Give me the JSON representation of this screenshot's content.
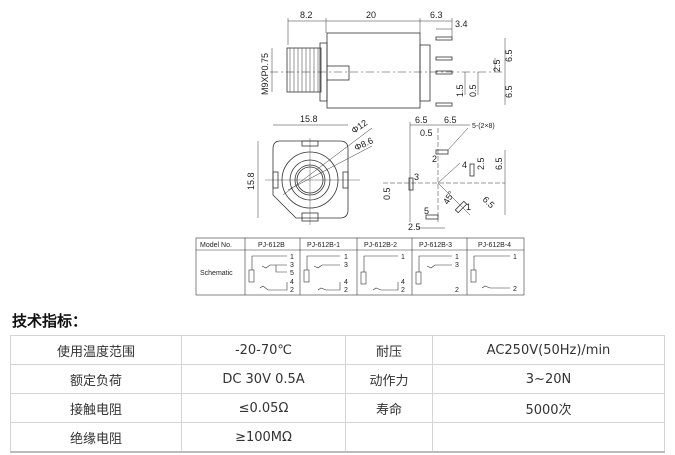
{
  "drawing": {
    "side_view": {
      "dim_thread_len": "8.2",
      "dim_body_len": "20",
      "dim_pin_len": "6.3",
      "dim_pin_tip": "3.4",
      "thread_spec": "M9XP0.75",
      "dim_2_5": "2.5",
      "dim_6_5_top": "6.5",
      "dim_6_5_bottom": "6.5",
      "dim_1_5": "1.5",
      "dim_0_5": "0.5"
    },
    "front_view": {
      "width": "15.8",
      "height": "15.8",
      "dia_outer": "Φ12",
      "dia_inner": "Φ8.6"
    },
    "pin_layout": {
      "dim_left": "6.5",
      "dim_right": "6.5",
      "hole_spec": "5-(2×8)",
      "dim_0_5_top": "0.5",
      "pin2": "2",
      "pin3": "3",
      "pin4": "4",
      "pin1": "1",
      "pin5": "5",
      "dim_2_5_right": "2.5",
      "dim_6_5_right": "6.5",
      "dim_6_5_diag": "6.5",
      "angle": "45°",
      "dim_0_5_left": "0.5",
      "dim_2_5_bottom": "2.5"
    },
    "schematic_table": {
      "header_label": "Model No.",
      "row_label": "Schematic",
      "models": [
        "PJ-612B",
        "PJ-612B-1",
        "PJ-612B-2",
        "PJ-612B-3",
        "PJ-612B-4"
      ],
      "pins": [
        [
          "1",
          "3",
          "5",
          "4",
          "2"
        ],
        [
          "1",
          "3",
          "4",
          "2"
        ],
        [
          "1",
          "4",
          "2"
        ],
        [
          "1",
          "3",
          "2"
        ],
        [
          "1",
          "2"
        ]
      ]
    }
  },
  "section_title": "技术指标：",
  "spec_table": [
    [
      "使用温度范围",
      "-20-70℃",
      "耐压",
      "AC250V(50Hz)/min"
    ],
    [
      "额定负荷",
      "DC 30V 0.5A",
      "动作力",
      "3~20N"
    ],
    [
      "接触电阻",
      "≤0.05Ω",
      "寿命",
      "5000次"
    ],
    [
      "绝缘电阻",
      "≥100MΩ",
      "",
      ""
    ]
  ]
}
